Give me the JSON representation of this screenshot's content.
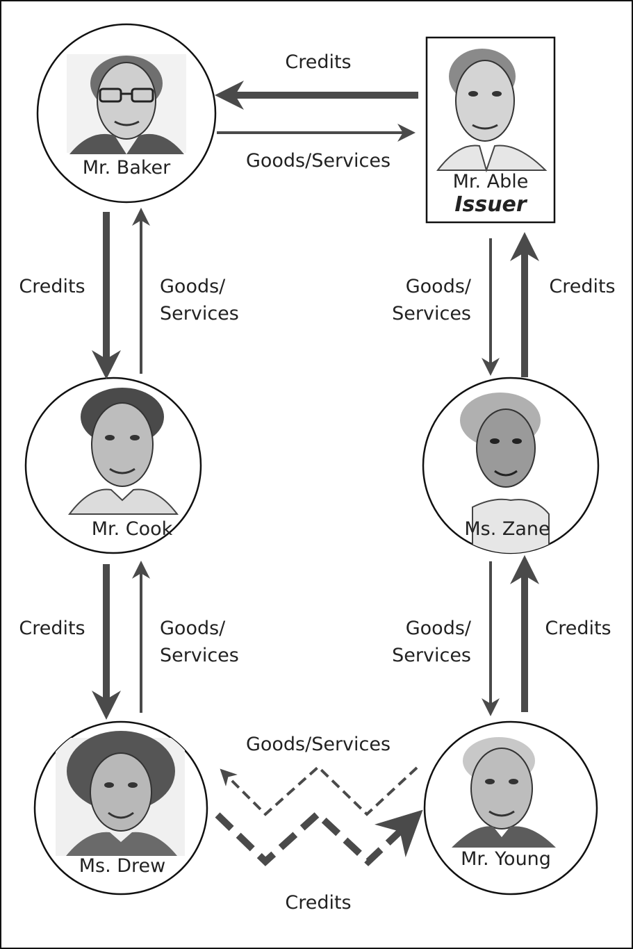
{
  "colors": {
    "frame": "#111111",
    "arrow": "#4a4a4a",
    "portrait_shade": "#7a7a7a",
    "portrait_light": "#d8d8d8"
  },
  "nodes": {
    "baker": {
      "name": "Mr. Baker",
      "icon": "portrait-baker-icon"
    },
    "able": {
      "name": "Mr. Able",
      "role": "Issuer",
      "icon": "portrait-able-icon"
    },
    "cook": {
      "name": "Mr. Cook",
      "icon": "portrait-cook-icon"
    },
    "zane": {
      "name": "Ms. Zane",
      "icon": "portrait-zane-icon"
    },
    "drew": {
      "name": "Ms. Drew",
      "icon": "portrait-drew-icon"
    },
    "young": {
      "name": "Mr. Young",
      "icon": "portrait-young-icon"
    }
  },
  "labels": {
    "top_credits": "Credits",
    "top_goods": "Goods/Services",
    "left1_credits": "Credits",
    "left1_goods_l1": "Goods/",
    "left1_goods_l2": "Services",
    "right1_goods_l1": "Goods/",
    "right1_goods_l2": "Services",
    "right1_credits": "Credits",
    "left2_credits": "Credits",
    "left2_goods_l1": "Goods/",
    "left2_goods_l2": "Services",
    "right2_goods_l1": "Goods/",
    "right2_goods_l2": "Services",
    "right2_credits": "Credits",
    "bottom_goods": "Goods/Services",
    "bottom_credits": "Credits"
  }
}
